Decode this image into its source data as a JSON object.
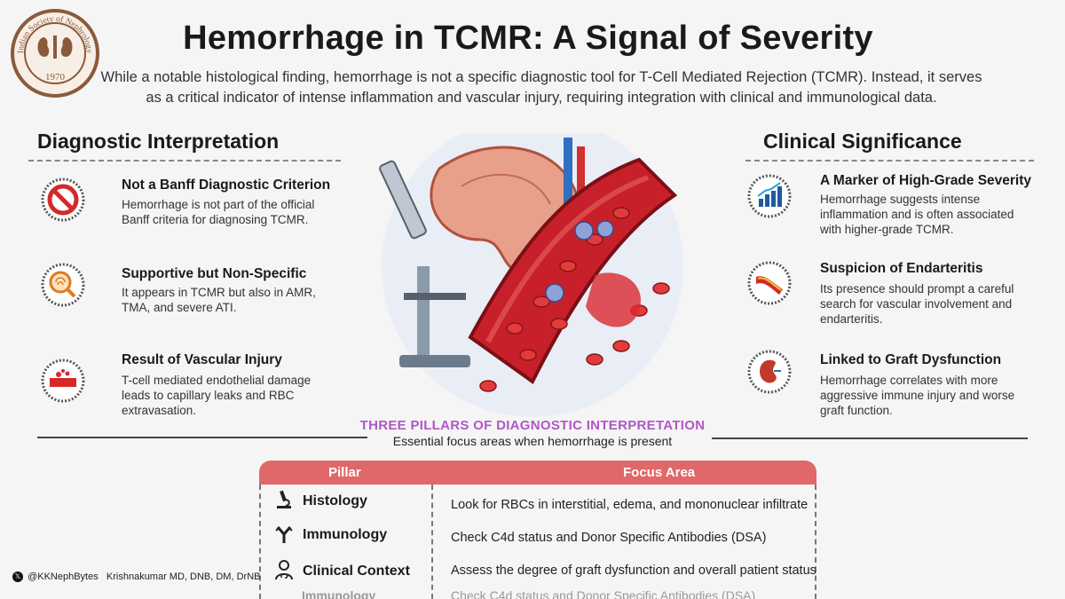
{
  "header": {
    "title": "Hemorrhage in TCMR: A Signal of Severity",
    "subtitle": "While a notable histological finding, hemorrhage is not a specific diagnostic tool for T-Cell Mediated Rejection (TCMR). Instead, it serves as a critical indicator of intense inflammation and vascular injury, requiring integration with clinical and immunological data."
  },
  "logo": {
    "ring_text": "Indian Society of Nephrology",
    "year": "1970"
  },
  "diagnostic": {
    "heading": "Diagnostic Interpretation",
    "items": [
      {
        "icon": "prohibited-icon",
        "title": "Not a Banff Diagnostic Criterion",
        "text": "Hemorrhage is not part of the official Banff criteria for diagnosing TCMR."
      },
      {
        "icon": "magnifier-fingerprint-icon",
        "title": "Supportive but Non-Specific",
        "text": "It appears in TCMR but also in AMR, TMA, and severe ATI."
      },
      {
        "icon": "vessel-injury-icon",
        "title": "Result of Vascular Injury",
        "text": "T-cell mediated endothelial damage leads to capillary leaks and RBC extravasation."
      }
    ]
  },
  "clinical": {
    "heading": "Clinical Significance",
    "items": [
      {
        "icon": "bar-chart-rising-icon",
        "title": "A Marker of High-Grade Severity",
        "text": "Hemorrhage suggests intense inflammation and is often associated with higher-grade TCMR."
      },
      {
        "icon": "artery-icon",
        "title": "Suspicion of Endarteritis",
        "text": "Its presence should prompt a careful search for vascular involvement and endarteritis."
      },
      {
        "icon": "kidney-icon",
        "title": "Linked to Graft Dysfunction",
        "text": "Hemorrhage correlates with more aggressive immune injury and worse graft function."
      }
    ]
  },
  "pillars": {
    "title": "THREE PILLARS OF DIAGNOSTIC INTERPRETATION",
    "subtitle": "Essential focus areas when hemorrhage is present",
    "columns": [
      "Pillar",
      "Focus Area"
    ],
    "rows": [
      {
        "icon": "microscope-icon",
        "pillar": "Histology",
        "focus": "Look for RBCs in interstitial, edema, and mononuclear infiltrate"
      },
      {
        "icon": "antibody-icon",
        "pillar": "Immunology",
        "focus": "Check C4d status and Donor Specific Antibodies (DSA)"
      },
      {
        "icon": "doctor-icon",
        "pillar": "Clinical Context",
        "focus": "Assess the degree of graft dysfunction and overall patient status"
      }
    ],
    "cut_row": {
      "pillar": "Immunology",
      "focus": "Check C4d status and Donor Specific Antibodies (DSA)"
    }
  },
  "credit": {
    "handle": "@KKNephBytes",
    "author": "Krishnakumar MD, DNB, DM, DrNB"
  },
  "colors": {
    "accent_red": "#e06868",
    "vessel_red": "#c8202a",
    "pillar_title_purple": "#b057c7"
  }
}
